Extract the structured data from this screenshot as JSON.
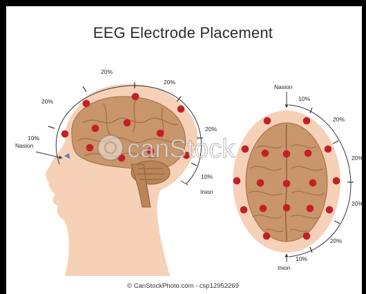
{
  "title": "EEG Electrode Placement",
  "watermark": "canStock",
  "credit": "© CanStockPhoto.com - csp12952269",
  "side_view": {
    "labels": {
      "pct_top": "20%",
      "pct_upper_left": "20%",
      "pct_upper_right": "20%",
      "pct_right": "20%",
      "pct_front_10": "10%",
      "pct_back_10": "10%",
      "nasion": "Nasion",
      "inion": "Inion"
    }
  },
  "top_view": {
    "labels": {
      "nasion": "Nasion",
      "pct_top_10": "10%",
      "pct_right_upper": "20%",
      "pct_side_1": "20%",
      "pct_side_2": "20%",
      "pct_right_lower": "20%",
      "pct_bottom_10": "10%",
      "inion": "Inion"
    }
  },
  "colors": {
    "scalp": "#f6d1b8",
    "brain": "#c9956a",
    "electrode": "#c41f25",
    "line": "#333333"
  }
}
